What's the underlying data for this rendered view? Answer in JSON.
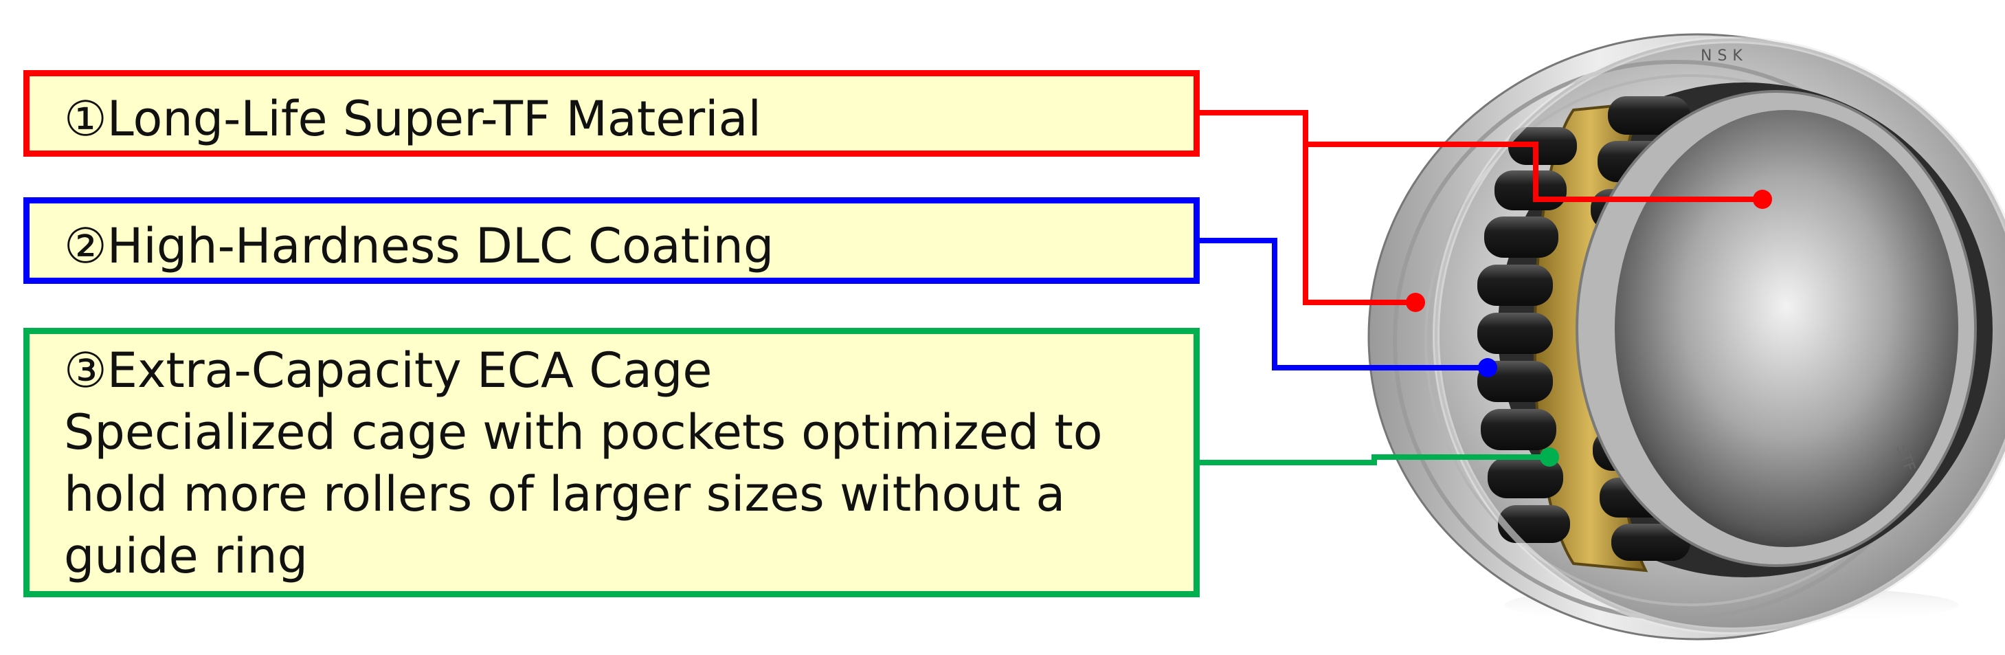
{
  "labels": {
    "material": "①Long-Life Super-TF Material",
    "coating": "②High-Hardness DLC Coating",
    "cage_title": "③Extra-Capacity ECA Cage",
    "cage_desc_line1": "Specialized cage with pockets optimized to",
    "cage_desc_line2": "hold more rollers of larger sizes without a",
    "cage_desc_line3": "guide ring"
  },
  "bearing": {
    "ring_mark_top": "NSK",
    "ring_mark_side": "STF"
  },
  "colors": {
    "material_callout": "#ff0000",
    "coating_callout": "#0000ff",
    "cage_callout": "#00b050",
    "box_fill": "#ffffcc"
  }
}
